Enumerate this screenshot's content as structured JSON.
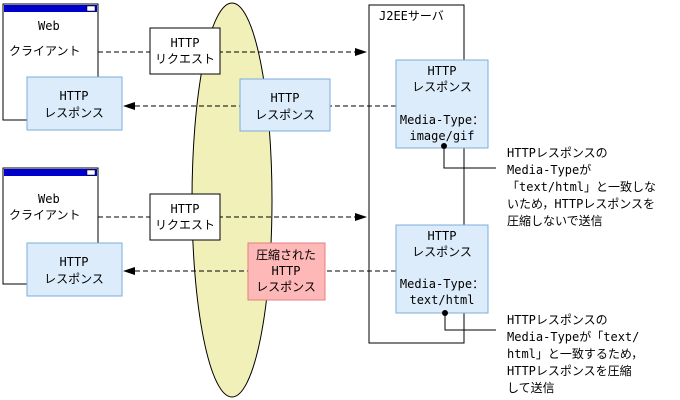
{
  "server": {
    "title": "J2EEサーバ"
  },
  "client_top": {
    "line1": "Web",
    "line2": "クライアント"
  },
  "client_bottom": {
    "line1": "Web",
    "line2": "クライアント"
  },
  "request_top": {
    "line1": "HTTP",
    "line2": "リクエスト"
  },
  "request_bottom": {
    "line1": "HTTP",
    "line2": "リクエスト"
  },
  "client_response_top": {
    "line1": "HTTP",
    "line2": "レスポンス"
  },
  "client_response_bottom": {
    "line1": "HTTP",
    "line2": "レスポンス"
  },
  "mid_response_top": {
    "line1": "HTTP",
    "line2": "レスポンス"
  },
  "mid_response_compressed": {
    "line1": "圧縮された",
    "line2": "HTTP",
    "line3": "レスポンス"
  },
  "server_response_top": {
    "line1": "HTTP",
    "line2": "レスポンス",
    "line3": "Media-Type：",
    "line4": "image/gif"
  },
  "server_response_bottom": {
    "line1": "HTTP",
    "line2": "レスポンス",
    "line3": "Media-Type：",
    "line4": "text/html"
  },
  "note_top": {
    "line1": "HTTPレスポンスの",
    "line2": "Media-Typeが",
    "line3": "「text/html」と一致しな",
    "line4": "いため，HTTPレスポンスを",
    "line5": "圧縮しないで送信"
  },
  "note_bottom": {
    "line1": "HTTPレスポンスの",
    "line2": "Media-Typeが「text/",
    "line3": "html」と一致するため，",
    "line4": "HTTPレスポンスを圧縮",
    "line5": "して送信"
  },
  "colors": {
    "client_titlebar": "#0000cc",
    "response_box_fill": "#dcecfa",
    "response_box_stroke": "#7aaedc",
    "compressed_fill": "#ffb8b8",
    "compressed_stroke": "#e08080",
    "ellipse_fill": "#f0f0b8"
  }
}
